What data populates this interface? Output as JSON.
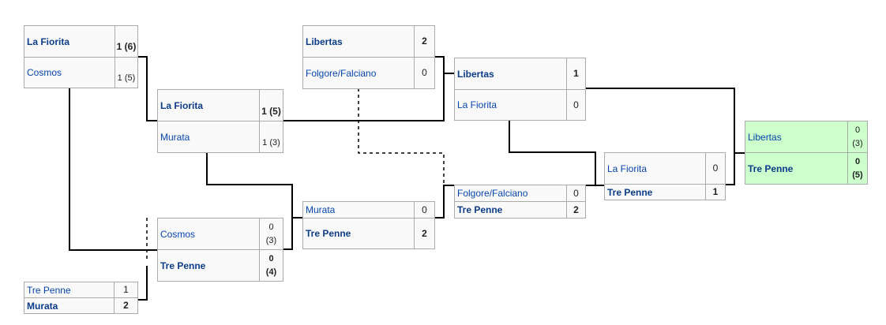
{
  "matches": [
    {
      "id": "r1a",
      "teams": [
        {
          "name": "La Fiorita",
          "score": "1",
          "pens": "(6)",
          "winner": true
        },
        {
          "name": "Cosmos",
          "score": "1",
          "pens": "(5)",
          "winner": false
        }
      ]
    },
    {
      "id": "r1b",
      "teams": [
        {
          "name": "Tre Penne",
          "score": "1",
          "pens": "",
          "winner": false
        },
        {
          "name": "Murata",
          "score": "2",
          "pens": "",
          "winner": true
        }
      ]
    },
    {
      "id": "r2a",
      "teams": [
        {
          "name": "La Fiorita",
          "score": "1",
          "pens": "(5)",
          "winner": true
        },
        {
          "name": "Murata",
          "score": "1",
          "pens": "(3)",
          "winner": false
        }
      ]
    },
    {
      "id": "r2b",
      "teams": [
        {
          "name": "Cosmos",
          "score": "0",
          "pens": "(3)",
          "winner": false
        },
        {
          "name": "Tre Penne",
          "score": "0",
          "pens": "(4)",
          "winner": true
        }
      ]
    },
    {
      "id": "r3a",
      "teams": [
        {
          "name": "Libertas",
          "score": "2",
          "pens": "",
          "winner": true
        },
        {
          "name": "Folgore/Falciano",
          "score": "0",
          "pens": "",
          "winner": false
        }
      ]
    },
    {
      "id": "r3b",
      "teams": [
        {
          "name": "Murata",
          "score": "0",
          "pens": "",
          "winner": false
        },
        {
          "name": "Tre Penne",
          "score": "2",
          "pens": "",
          "winner": true
        }
      ]
    },
    {
      "id": "r4a",
      "teams": [
        {
          "name": "Libertas",
          "score": "1",
          "pens": "",
          "winner": true
        },
        {
          "name": "La Fiorita",
          "score": "0",
          "pens": "",
          "winner": false
        }
      ]
    },
    {
      "id": "r4b",
      "teams": [
        {
          "name": "Folgore/Falciano",
          "score": "0",
          "pens": "",
          "winner": false
        },
        {
          "name": "Tre Penne",
          "score": "2",
          "pens": "",
          "winner": true
        }
      ]
    },
    {
      "id": "r5",
      "teams": [
        {
          "name": "La Fiorita",
          "score": "0",
          "pens": "",
          "winner": false
        },
        {
          "name": "Tre Penne",
          "score": "1",
          "pens": "",
          "winner": true
        }
      ]
    },
    {
      "id": "final",
      "teams": [
        {
          "name": "Libertas",
          "score": "0",
          "pens": "(3)",
          "winner": false
        },
        {
          "name": "Tre Penne",
          "score": "0",
          "pens": "(5)",
          "winner": true
        }
      ]
    }
  ]
}
